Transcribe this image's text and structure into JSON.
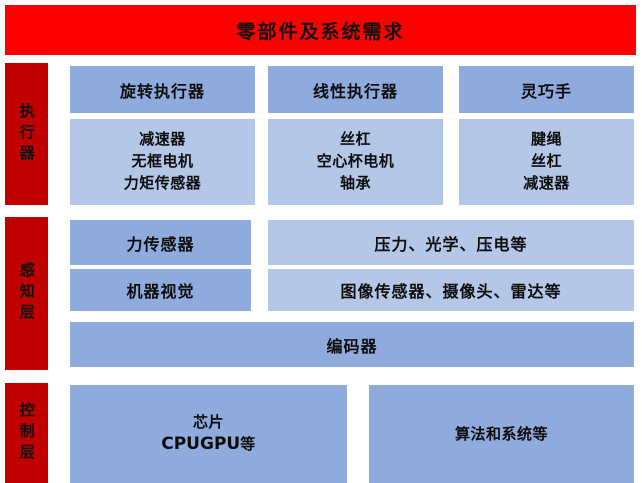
{
  "diagram": {
    "title": "零部件及系统需求",
    "colors": {
      "banner_red": "#FF0000",
      "label_red": "#C00000",
      "blue_dark": "#8FAADC",
      "blue_light": "#B4C7E7",
      "background": "#FFFFFF",
      "text": "#0D0D0D"
    },
    "layers": [
      {
        "label": "执行器",
        "columns": [
          {
            "header": "旋转执行器",
            "items": [
              "减速器",
              "无框电机",
              "力矩传感器"
            ]
          },
          {
            "header": "线性执行器",
            "items": [
              "丝杠",
              "空心杯电机",
              "轴承"
            ]
          },
          {
            "header": "灵巧手",
            "items": [
              "腱绳",
              "丝杠",
              "减速器"
            ]
          }
        ]
      },
      {
        "label": "感知层",
        "rows": [
          {
            "name": "力传感器",
            "detail": "压力、光学、压电等"
          },
          {
            "name": "机器视觉",
            "detail": "图像传感器、摄像头、雷达等"
          }
        ],
        "full_width_row": "编码器"
      },
      {
        "label": "控制层",
        "boxes": [
          {
            "line1": "芯片",
            "line2": "CPUGPU",
            "line3": "等"
          },
          {
            "line1": "算法和系统等"
          }
        ]
      }
    ]
  }
}
